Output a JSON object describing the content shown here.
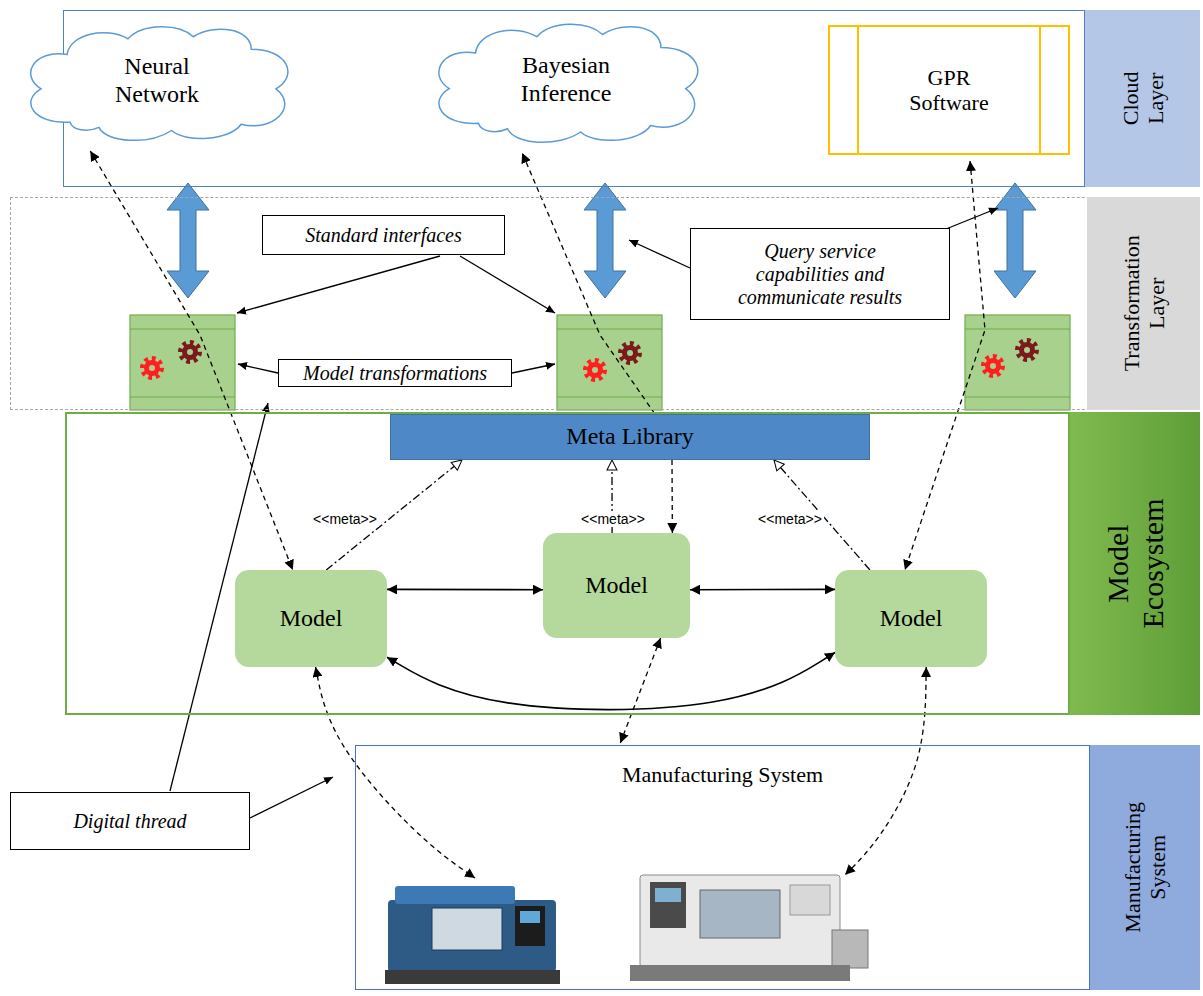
{
  "diagram": {
    "nodes": [
      {
        "text": [
          "Cloud Layer"
        ]
      },
      {
        "text": [
          "Neural Network"
        ],
        "in": 0
      },
      {
        "text": [
          "Bayesian Inference"
        ],
        "in": 0
      },
      {
        "text": [
          "GPR Software"
        ],
        "in": 0
      },
      {
        "text": [
          "Transformation Layer"
        ]
      },
      {
        "text": [
          "Standard interfaces"
        ],
        "in": 4
      },
      {
        "text": [
          "Query service capabilities and communicate results"
        ],
        "in": 4
      },
      {
        "text": [
          "Model transformations"
        ],
        "in": 4
      },
      {
        "text": [
          "Model Ecosystem"
        ]
      },
      {
        "text": [
          "Meta Library"
        ],
        "in": 8
      },
      {
        "text": [
          "Model"
        ],
        "in": 8
      },
      {
        "text": [
          "Model"
        ],
        "in": 8
      },
      {
        "text": [
          "Model"
        ],
        "in": 8
      },
      {
        "text": [
          "Manufacturing System",
          "Manufacturing System"
        ]
      },
      {
        "text": [
          "Digital thread"
        ]
      }
    ],
    "edges": [
      {
        "from": 10,
        "to": 11,
        "arrow": "both"
      },
      {
        "from": 11,
        "to": 12,
        "arrow": "both"
      },
      {
        "from": 10,
        "to": 12,
        "arrow": "both"
      },
      {
        "from": 10,
        "to": 9,
        "arrow": "to",
        "label": "<<meta>>"
      },
      {
        "from": 11,
        "to": 9,
        "arrow": "to",
        "label": "<<meta>>"
      },
      {
        "from": 12,
        "to": 9,
        "arrow": "to",
        "label": "<<meta>>"
      },
      {
        "from": 9,
        "to": 11,
        "arrow": "to"
      },
      {
        "from": 9,
        "to": 2,
        "arrow": "to"
      },
      {
        "from": 1,
        "to": 10,
        "arrow": "both"
      },
      {
        "from": 3,
        "to": 12,
        "arrow": "both"
      },
      {
        "from": 10,
        "to": 13,
        "arrow": "both"
      },
      {
        "from": 11,
        "to": 13,
        "arrow": "both"
      },
      {
        "from": 12,
        "to": 13,
        "arrow": "both"
      }
    ]
  }
}
